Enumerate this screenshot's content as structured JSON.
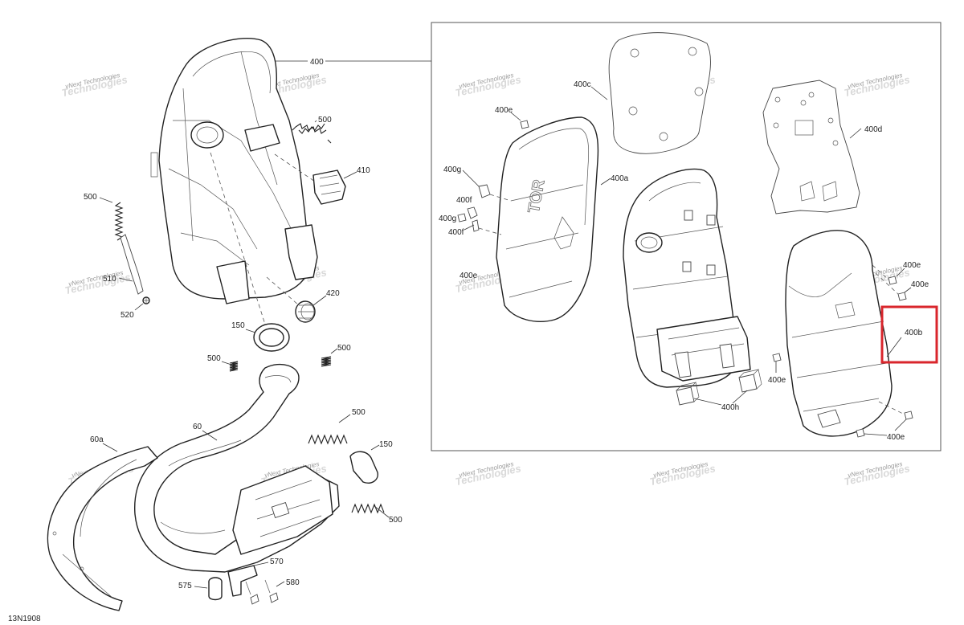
{
  "diagram_code": "13N1908",
  "watermark": {
    "brand": "vNext",
    "company": "vNext Technologies",
    "large": "Technologies"
  },
  "highlight_color": "#d9262c",
  "callouts": {
    "p400": "400",
    "p400a": "400a",
    "p400b": "400b",
    "p400c": "400c",
    "p400d": "400d",
    "p400e": "400e",
    "p400f": "400f",
    "p400g": "400g",
    "p400h": "400h",
    "p500": "500",
    "p410": "410",
    "p510": "510",
    "p520": "520",
    "p420": "420",
    "p150": "150",
    "p60": "60",
    "p60a": "60a",
    "p570": "570",
    "p575": "575",
    "p580": "580"
  }
}
